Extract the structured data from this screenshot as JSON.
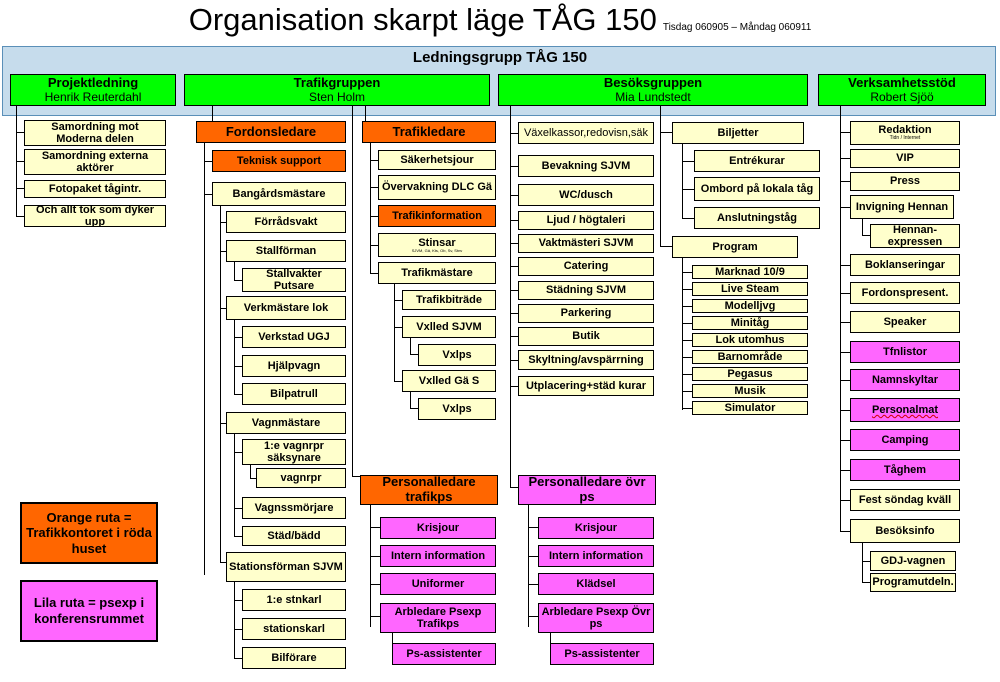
{
  "title": {
    "main": "Organisation skarpt läge TÅG 150",
    "sub": "Tisdag 060905 – Måndag 060911"
  },
  "top": "Ledningsgrupp TÅG 150",
  "groups": [
    {
      "head": "Projektledning",
      "name": "Henrik Reuterdahl"
    },
    {
      "head": "Trafikgruppen",
      "name": "Sten Holm"
    },
    {
      "head": "Besöksgruppen",
      "name": "Mia Lundstedt"
    },
    {
      "head": "Verksamhetsstöd",
      "name": "Robert Sjöö"
    }
  ],
  "projekt": [
    "Samordning mot Moderna delen",
    "Samordning externa aktörer",
    "Fotopaket tågintr.",
    "Och allt tok som dyker upp"
  ],
  "fordon": {
    "leader": "Fordonsledare",
    "support": "Teknisk support",
    "bang": "Bangårdsmästare",
    "forrad": "Förrådsvakt",
    "stall": "Stallförman",
    "stallvakter": "Stallvakter Putsare",
    "verk": "Verkmästare lok",
    "verkstad": "Verkstad UGJ",
    "hjalp": "Hjälpvagn",
    "bilpatrull": "Bilpatrull",
    "vagn": "Vagnmästare",
    "vagnrpr1": "1:e vagnrpr säksynare",
    "vagnrpr": "vagnrpr",
    "smorj": "Vagnssmörjare",
    "stad": "Städ/bädd",
    "stationsf": "Stationsförman SJVM",
    "stnkarl1": "1:e stnkarl",
    "stnkarl": "stationskarl",
    "bilforare": "Bilförare"
  },
  "trafik": {
    "leader": "Trafikledare",
    "saker": "Säkerhetsjour",
    "overv": "Övervakning DLC Gä",
    "info": "Trafikinformation",
    "stinsar": "Stinsar",
    "stinsar_sub": "SJVM, Gä, Kts, Ob, Sv, Stnv",
    "master": "Trafikmästare",
    "bitrade": "Trafikbiträde",
    "vxsjvm": "Vxlled SJVM",
    "vxlps1": "Vxlps",
    "vxgas": "Vxlled Gä S",
    "vxlps2": "Vxlps"
  },
  "ps_trafik": {
    "leader": "Personalledare trafikps",
    "items": [
      "Krisjour",
      "Intern information",
      "Uniformer",
      "Arbledare Psexp Trafikps"
    ],
    "assist": "Ps-assistenter"
  },
  "besok": {
    "left": [
      "Växelkassor,redovisn,säk",
      "Bevakning SJVM",
      "WC/dusch",
      "Ljud / högtaleri",
      "Vaktmästeri SJVM",
      "Catering",
      "Städning SJVM",
      "Parkering",
      "Butik",
      "Skyltning/avspärrning",
      "Utplacering+städ kurar"
    ],
    "biljetter": "Biljetter",
    "bilj_items": [
      "Entrékurar",
      "Ombord på lokala tåg",
      "Anslutningståg"
    ],
    "program": "Program",
    "prog_items": [
      "Marknad 10/9",
      "Live Steam",
      "Modelljvg",
      "Minitåg",
      "Lok utomhus",
      "Barnområde",
      "Pegasus",
      "Musik",
      "Simulator"
    ]
  },
  "ps_ovr": {
    "leader": "Personalledare övr ps",
    "items": [
      "Krisjour",
      "Intern information",
      "Klädsel",
      "Arbledare Psexp Övr ps"
    ],
    "assist": "Ps-assistenter"
  },
  "verks": {
    "redaktion": "Redaktion",
    "redaktion_sub": "Tidn / Internet",
    "vip": "VIP",
    "press": "Press",
    "invigning": "Invigning Hennan",
    "hennan": "Hennan-expressen",
    "bok": "Boklanseringar",
    "fordonspres": "Fordonspresent.",
    "speaker": "Speaker",
    "tfn": "Tfnlistor",
    "namn": "Namnskyltar",
    "personalmat": "Personalmat",
    "camping": "Camping",
    "taghem": "Tåghem",
    "fest": "Fest söndag kväll",
    "besoksinfo": "Besöksinfo",
    "gdj": "GDJ-vagnen",
    "progutd": "Programutdeln."
  },
  "legend": {
    "orange": "Orange ruta = Trafikkontoret i röda huset",
    "lila": "Lila ruta = psexp i konferensrummet"
  }
}
